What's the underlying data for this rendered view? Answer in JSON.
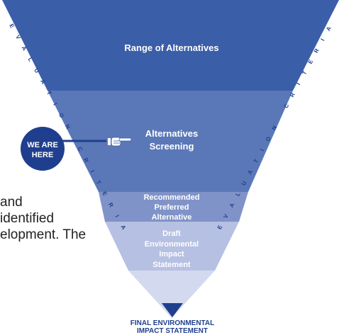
{
  "funnel": {
    "stage1": "Range of Alternatives",
    "stage2_line1": "Alternatives",
    "stage2_line2": "Screening",
    "stage3_line1": "Recommended",
    "stage3_line2": "Preferred",
    "stage3_line3": "Alternative",
    "stage4_line1": "Draft",
    "stage4_line2": "Environmental",
    "stage4_line3": "Impact",
    "stage4_line4": "Statement",
    "final_line1": "FINAL ENVIRONMENTAL",
    "final_line2": "IMPACT STATEMENT"
  },
  "marker": {
    "line1": "WE ARE",
    "line2": "HERE",
    "icon": "pointing-hand-icon"
  },
  "side_label": "EVALUATION CRITERIA",
  "background_text": {
    "line1": "and",
    "line2": "identified",
    "line3": "elopment. The"
  },
  "colors": {
    "stage1": "#3b5ea8",
    "stage2": "#5a78b8",
    "stage3": "#8093c8",
    "stage4": "#b6c0e2",
    "stage5": "#d3d9ee",
    "arrow": "#1f3f8e",
    "marker": "#1f3f8e",
    "label": "#1f3f8e"
  }
}
